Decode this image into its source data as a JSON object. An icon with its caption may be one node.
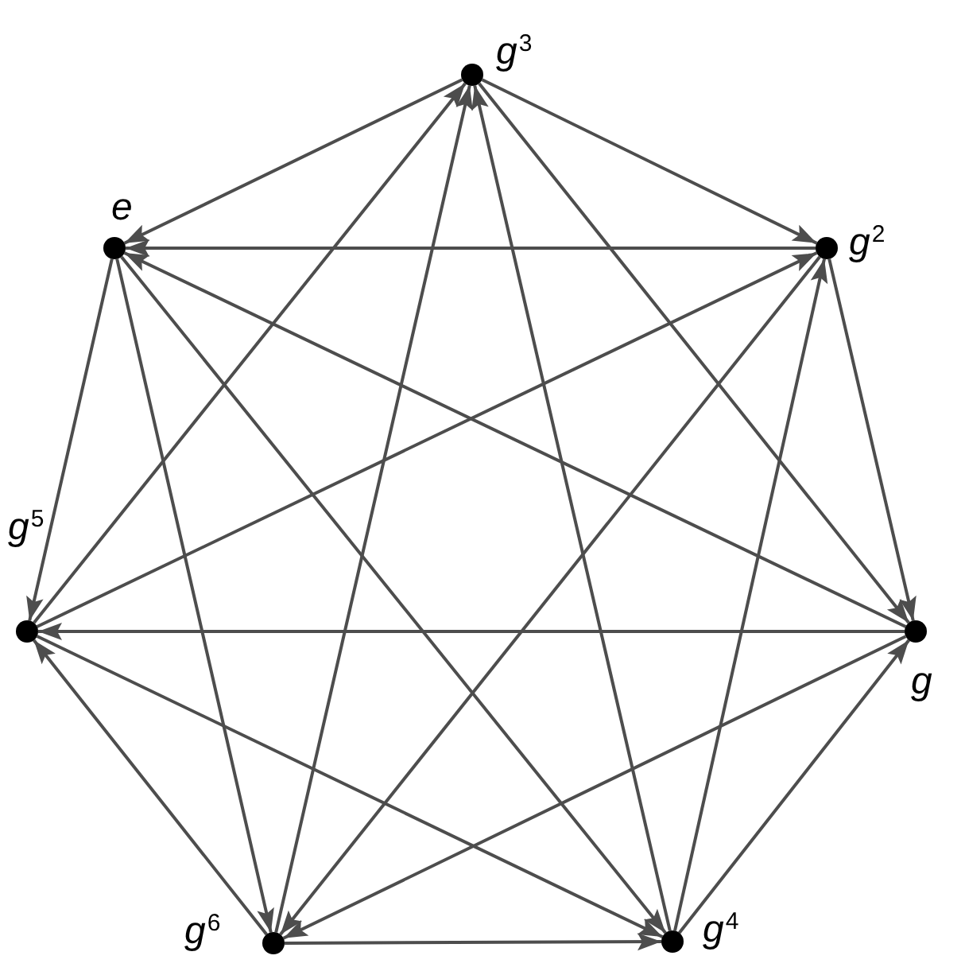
{
  "diagram": {
    "nodes": [
      {
        "text": [],
        "shape": "circle",
        "beside": [
          "g$^{3}$"
        ]
      },
      {
        "text": [],
        "shape": "circle",
        "beside": [
          "e"
        ]
      },
      {
        "text": [],
        "shape": "circle",
        "beside": [
          "g$^{2}$"
        ]
      },
      {
        "text": [],
        "shape": "circle",
        "beside": [
          "g$^{5}$"
        ]
      },
      {
        "text": [],
        "shape": "circle",
        "beside": [
          "g"
        ]
      },
      {
        "text": [],
        "shape": "circle",
        "beside": [
          "g$^{6}$"
        ]
      },
      {
        "text": [],
        "shape": "circle",
        "beside": [
          "g$^{4}$"
        ]
      }
    ],
    "edges": [
      {
        "from": 0,
        "to": 2,
        "arrow": "to"
      },
      {
        "from": 0,
        "to": 4,
        "arrow": "to"
      },
      {
        "from": 0,
        "to": 1,
        "arrow": "to"
      },
      {
        "from": 1,
        "to": 5,
        "arrow": "to"
      },
      {
        "from": 1,
        "to": 3,
        "arrow": "to"
      },
      {
        "from": 1,
        "to": 6,
        "arrow": "to"
      },
      {
        "from": 2,
        "to": 4,
        "arrow": "to"
      },
      {
        "from": 2,
        "to": 1,
        "arrow": "to"
      },
      {
        "from": 2,
        "to": 5,
        "arrow": "to"
      },
      {
        "from": 3,
        "to": 6,
        "arrow": "to"
      },
      {
        "from": 3,
        "to": 0,
        "arrow": "to"
      },
      {
        "from": 3,
        "to": 2,
        "arrow": "to"
      },
      {
        "from": 4,
        "to": 1,
        "arrow": "to"
      },
      {
        "from": 4,
        "to": 5,
        "arrow": "to"
      },
      {
        "from": 4,
        "to": 3,
        "arrow": "to"
      },
      {
        "from": 5,
        "to": 3,
        "arrow": "to"
      },
      {
        "from": 5,
        "to": 6,
        "arrow": "to"
      },
      {
        "from": 5,
        "to": 0,
        "arrow": "to"
      },
      {
        "from": 6,
        "to": 0,
        "arrow": "to"
      },
      {
        "from": 6,
        "to": 2,
        "arrow": "to"
      },
      {
        "from": 6,
        "to": 4,
        "arrow": "to"
      }
    ]
  }
}
